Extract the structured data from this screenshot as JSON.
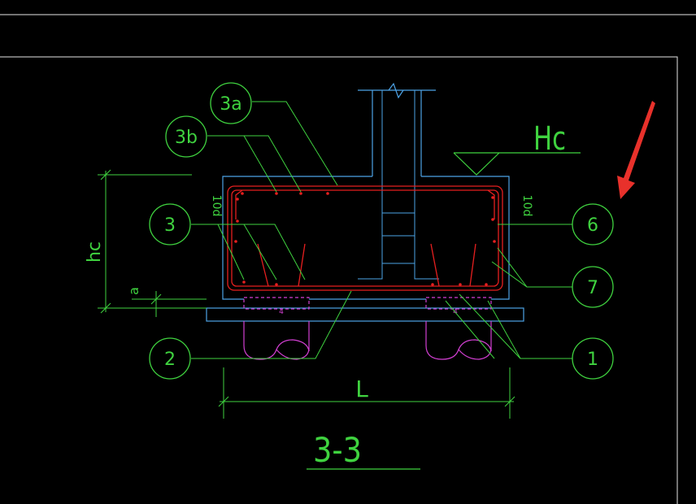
{
  "drawing": {
    "section_title": "3-3",
    "top_elevation_label": "Hc",
    "height_label": "hc",
    "cover_label": "a",
    "width_label": "L",
    "anchor_left_label": "10d",
    "anchor_right_label": "10d",
    "pile_marker_left": "4",
    "pile_marker_right": "4",
    "callouts": [
      {
        "id": "3a",
        "label": "3a"
      },
      {
        "id": "3b",
        "label": "3b"
      },
      {
        "id": "3",
        "label": "3"
      },
      {
        "id": "2",
        "label": "2"
      },
      {
        "id": "6",
        "label": "6"
      },
      {
        "id": "7",
        "label": "7"
      },
      {
        "id": "1",
        "label": "1"
      }
    ]
  },
  "colors": {
    "background": "#000000",
    "annotation": "#3fd23f",
    "concrete_outline": "#4da3e6",
    "rebar": "#e61f1f",
    "pile": "#d23fd2",
    "frame": "#ffffff",
    "pointer_arrow": "#e8312b"
  }
}
